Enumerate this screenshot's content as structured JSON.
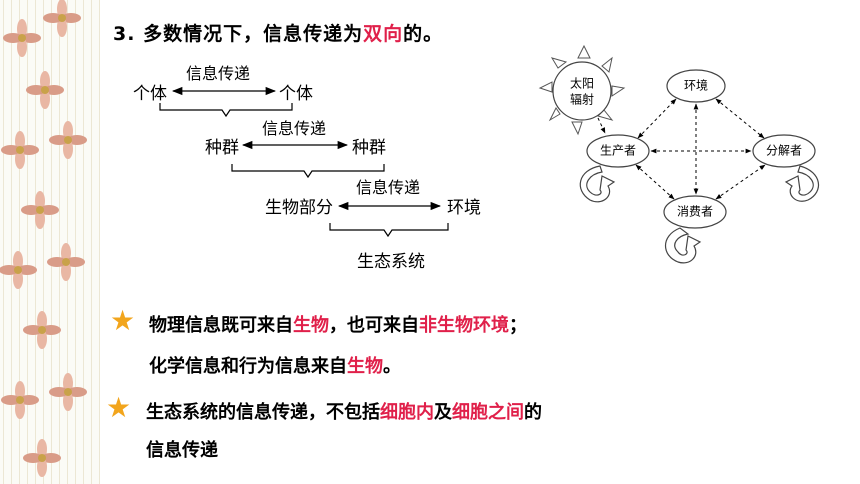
{
  "heading": {
    "number": "3.",
    "prefix": "多数情况下，信息传递为",
    "emphasis": "双向",
    "suffix": "的。"
  },
  "hierarchy": {
    "individual_left": "个体",
    "individual_right": "个体",
    "individual_arrow_label": "信息传递",
    "population_left": "种群",
    "population_right": "种群",
    "population_arrow_label": "信息传递",
    "biotic_part": "生物部分",
    "environment": "环境",
    "biotic_arrow_label": "信息传递",
    "ecosystem": "生态系统"
  },
  "network": {
    "sun": [
      "太阳",
      "辐射"
    ],
    "environment": "环境",
    "producer": "生产者",
    "decomposer": "分解者",
    "consumer": "消费者"
  },
  "bullets": {
    "b1_l1_a": "物理信息既可来自",
    "b1_l1_b": "生物",
    "b1_l1_c": "，也可来自",
    "b1_l1_d": "非生物环境",
    "b1_l1_e": "；",
    "b1_l2_a": "化学信息和行为信息来自",
    "b1_l2_b": "生物",
    "b1_l2_c": "。",
    "b2_l1_a": "生态系统的信息传递，不包括",
    "b2_l1_b": "细胞内",
    "b2_l1_c": "及",
    "b2_l1_d": "细胞之间",
    "b2_l1_e": "的",
    "b2_l2": "信息传递"
  },
  "colors": {
    "emphasis": "#e0204a",
    "star": "#f2a51c"
  }
}
